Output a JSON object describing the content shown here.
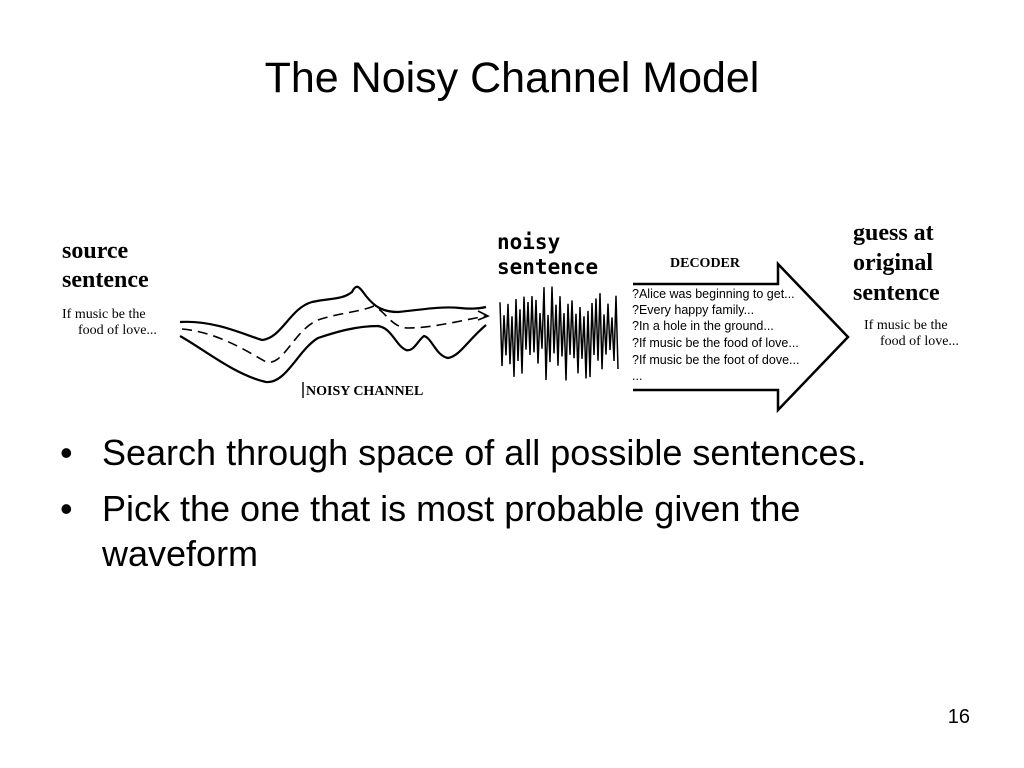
{
  "title": "The Noisy Channel Model",
  "diagram": {
    "source": {
      "heading_line1": "source",
      "heading_line2": "sentence",
      "text_line1": "If music be the",
      "text_line2": "food of love..."
    },
    "channel_label": "NOISY CHANNEL",
    "noisy": {
      "heading_line1": "noisy",
      "heading_line2": "sentence"
    },
    "decoder": {
      "label": "DECODER",
      "candidates": [
        "?Alice was beginning to get...",
        "?Every happy family...",
        "?In a hole in the ground...",
        "?If music be the food of love...",
        "?If music be the foot of dove...",
        "..."
      ]
    },
    "guess": {
      "heading_line1": "guess at",
      "heading_line2": "original",
      "heading_line3": "sentence",
      "text_line1": "If music be the",
      "text_line2": "food of love..."
    }
  },
  "bullets": [
    "Search through space of all possible sentences.",
    "Pick the one that is most probable given the waveform"
  ],
  "bullet_symbol": "•",
  "page_number": "16"
}
